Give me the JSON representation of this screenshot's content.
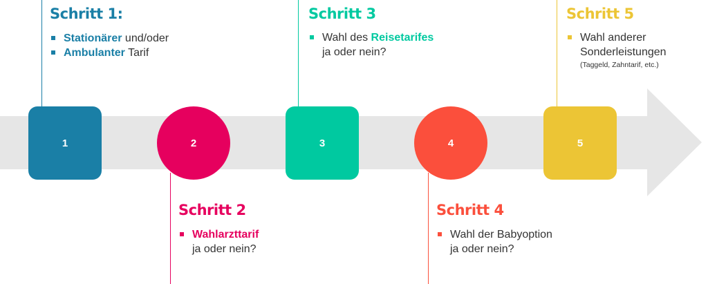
{
  "colors": {
    "arrow": "#e6e6e6",
    "step1": "#1a7fa6",
    "step2": "#e6005e",
    "step3": "#00c9a0",
    "step4": "#fb4f3c",
    "step5": "#ecc535"
  },
  "nodes": [
    {
      "number": "1",
      "shape": "square"
    },
    {
      "number": "2",
      "shape": "circle"
    },
    {
      "number": "3",
      "shape": "square"
    },
    {
      "number": "4",
      "shape": "circle"
    },
    {
      "number": "5",
      "shape": "square"
    }
  ],
  "step1": {
    "title": "Schritt 1:",
    "item1_highlight": "Stationärer",
    "item1_rest": " und/oder",
    "item2_highlight": "Ambulanter",
    "item2_rest": " Tarif"
  },
  "step2": {
    "title": "Schritt 2",
    "item1_highlight": "Wahlarzttarif",
    "item1_rest": "ja oder nein?"
  },
  "step3": {
    "title": "Schritt 3",
    "item1_prefix": "Wahl des ",
    "item1_highlight": "Reisetarifes",
    "item1_rest": "ja oder nein?"
  },
  "step4": {
    "title": "Schritt 4",
    "item1_line1": "Wahl der Babyoption",
    "item1_line2": "ja oder nein?"
  },
  "step5": {
    "title": "Schritt 5",
    "item1_line1": "Wahl anderer",
    "item1_line2": "Sonderleistungen",
    "item1_note": "(Taggeld, Zahntarif, etc.)"
  }
}
